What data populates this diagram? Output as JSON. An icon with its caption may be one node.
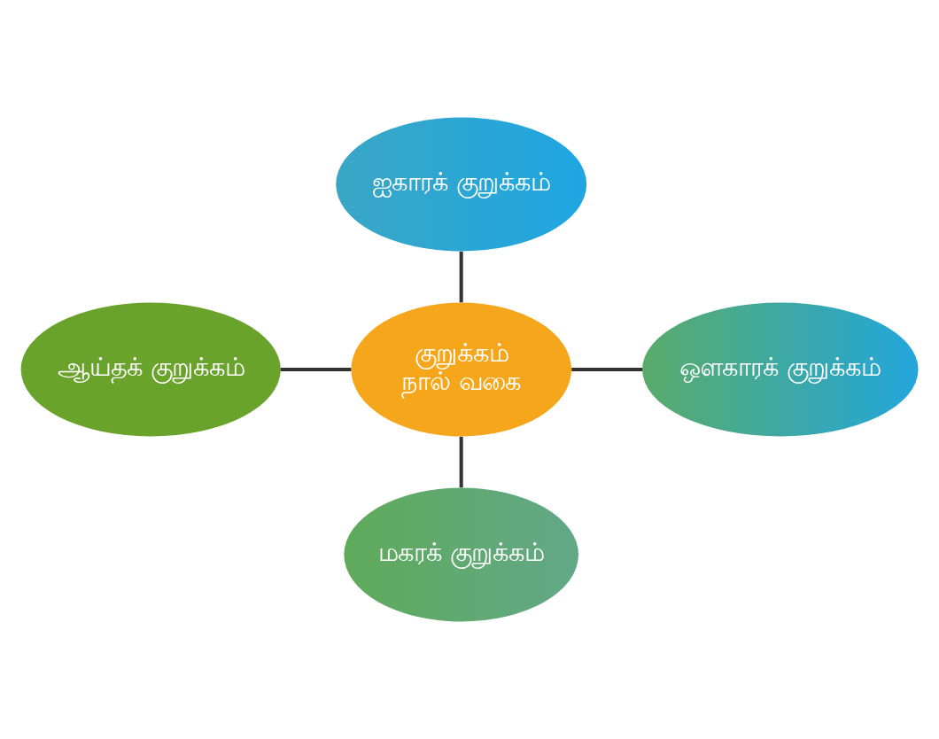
{
  "diagram": {
    "nodes": [
      {
        "text": [
          "ஐகாரக் குறுக்கம்"
        ]
      },
      {
        "text": [
          "ஆய்தக் குறுக்கம்"
        ]
      },
      {
        "text": [
          "குறுக்கம்",
          "நால் வகை"
        ]
      },
      {
        "text": [
          "ஔகாரக் குறுக்கம்"
        ]
      },
      {
        "text": [
          "மகரக் குறுக்கம்"
        ]
      }
    ],
    "edges": [
      {
        "from": 0,
        "to": 2,
        "arrow": "none"
      },
      {
        "from": 1,
        "to": 2,
        "arrow": "none"
      },
      {
        "from": 2,
        "to": 3,
        "arrow": "none"
      },
      {
        "from": 2,
        "to": 4,
        "arrow": "none"
      }
    ]
  }
}
